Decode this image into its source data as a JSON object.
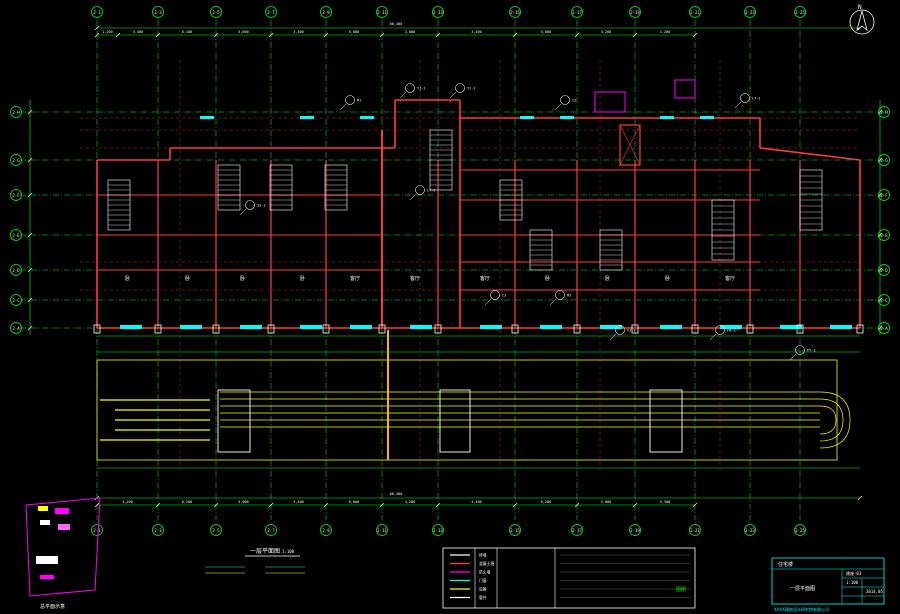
{
  "axes": {
    "top": [
      "2-1",
      "2-3",
      "2-5",
      "2-7",
      "2-9",
      "2-11",
      "2-13",
      "2-15",
      "2-17",
      "2-19",
      "2-21",
      "2-23",
      "2-25"
    ],
    "bottom": [
      "2-1",
      "2-3",
      "2-5",
      "2-7",
      "2-9",
      "2-11",
      "2-13",
      "2-15",
      "2-17",
      "2-19",
      "2-21",
      "2-23",
      "2-25"
    ],
    "left": [
      "2-A",
      "2-C",
      "2-D",
      "2-E",
      "2-F",
      "2-G",
      "2-H"
    ],
    "right": [
      "2-A",
      "2-C",
      "2-D",
      "2-E",
      "2-F",
      "2-G",
      "2-H"
    ]
  },
  "dims": {
    "top_row": [
      "1,200",
      "3,400",
      "6,100",
      "3,600",
      "3,400",
      "6,800",
      "3,000",
      "3,400",
      "5,600",
      "3,200",
      "1,200"
    ],
    "top_total": "66,400",
    "bottom_row": [
      "3,200",
      "6,200",
      "5,000",
      "4,400",
      "6,000",
      "4,200",
      "4,400",
      "6,200",
      "5,800",
      "5,300"
    ],
    "bottom_total": "66,400"
  },
  "room_labels": [
    "卧",
    "卧",
    "卧",
    "卧",
    "客厅",
    "客厅",
    "客厅",
    "卧",
    "卧",
    "卧",
    "客厅"
  ],
  "callouts": [
    "YJ-1",
    "YJ-2",
    "M1",
    "C2",
    "LT-1",
    "LT-2",
    "JS-1",
    "C3",
    "M2",
    "YJ-3",
    "FM-1",
    "PY-1"
  ],
  "legend": {
    "title": "图例",
    "rows": [
      "砖墙",
      "混凝土墙",
      "防火墙",
      "门窗",
      "设备",
      "管井"
    ]
  },
  "title_block": {
    "project": "住宅楼",
    "drawing": "一层平面图",
    "scale": "1:100",
    "number": "建施-03",
    "date": "2014.05",
    "bottom_note": "XXXX建筑设计研究院有限公司"
  },
  "plan_title": "一层平面图",
  "plan_scale": "1:100",
  "site_label": "总平面示意",
  "north": "N",
  "colors": {
    "axis": "#00ff00",
    "wall": "#ff3b3b",
    "dim": "#00ff00",
    "yellow": "#ffff00",
    "white": "#ffffff",
    "magenta": "#ff00ff",
    "cyan": "#00ffff",
    "grey": "#9a9a9a"
  }
}
